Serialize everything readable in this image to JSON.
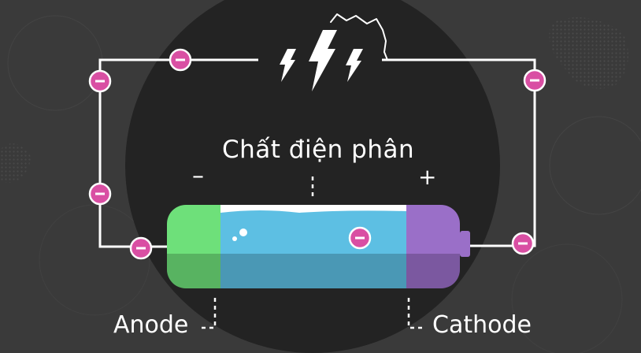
{
  "labels": {
    "electrolyte": "Chất điện phân",
    "anode": "Anode",
    "cathode": "Cathode",
    "anode_sign": "–",
    "cathode_sign": "+"
  },
  "colors": {
    "background": "#3a3a3a",
    "disc": "#232323",
    "wire": "#ffffff",
    "electron": "#d94fa3",
    "anode": "#6ee07a",
    "electrolyte": "#5dbfe3",
    "cathode": "#9a6fc8"
  },
  "icons": {
    "electron": "minus-circle-icon",
    "spark": "lightning-bolt-icon"
  }
}
